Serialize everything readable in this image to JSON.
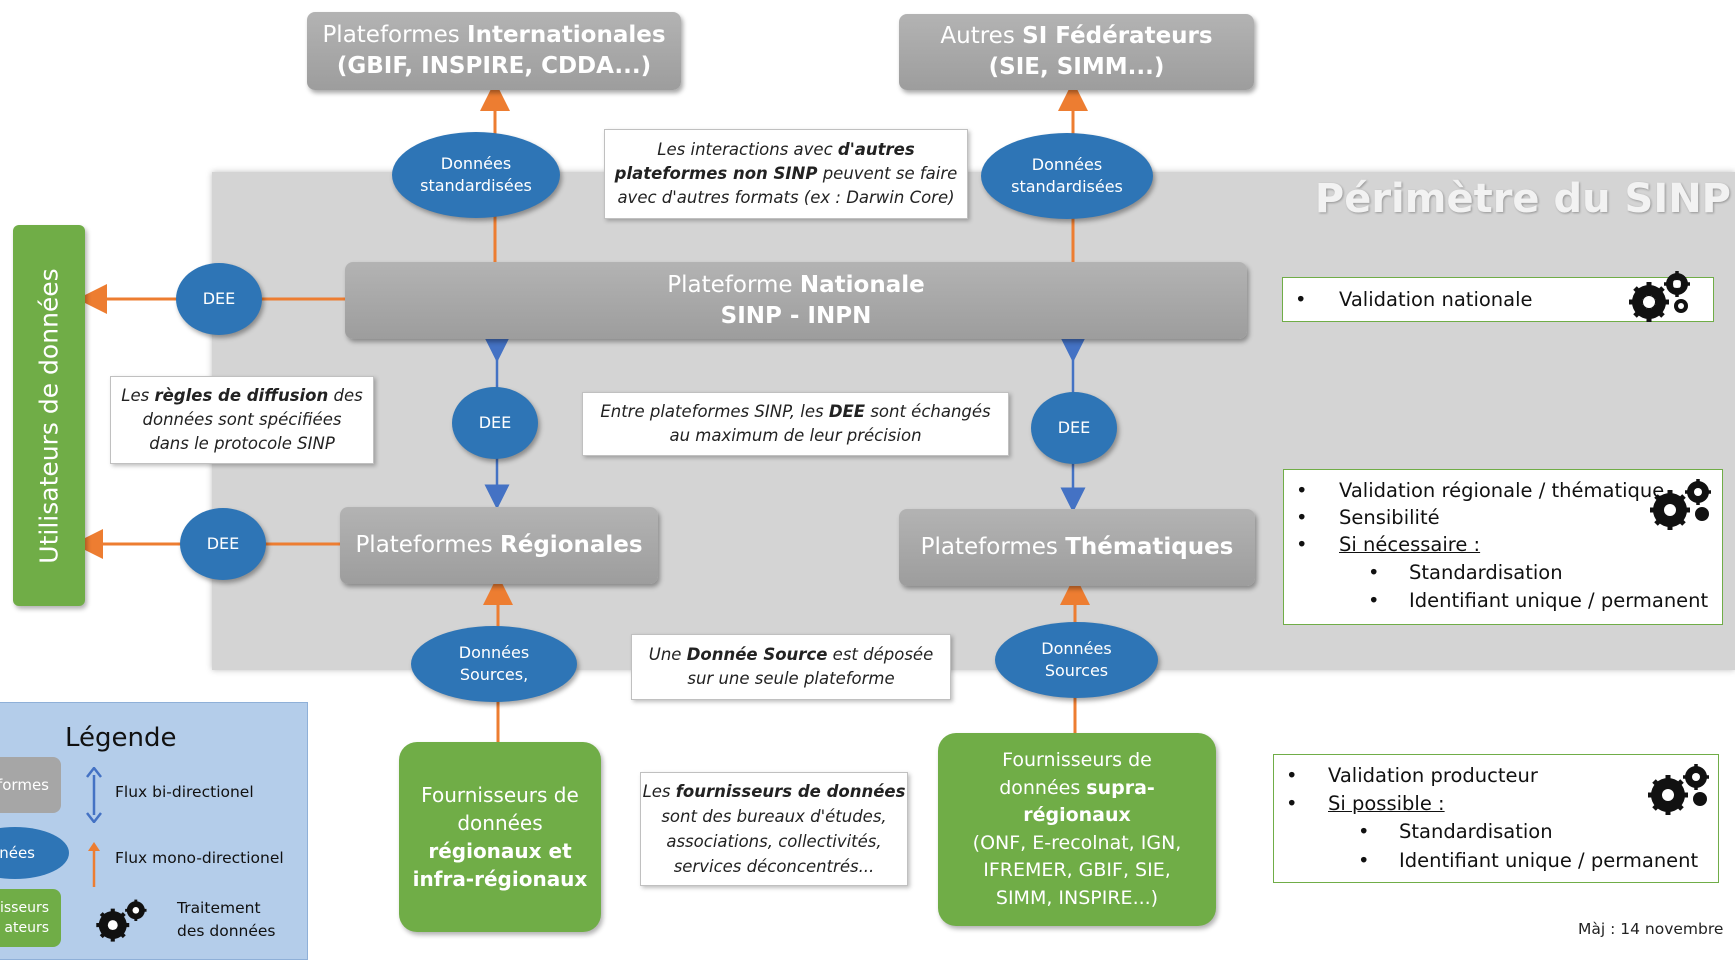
{
  "perimeter_title": "Périmètre du SINP",
  "top_platforms": {
    "international": {
      "l1": "Plateformes",
      "l1b": "Internationales",
      "l2": "(GBIF, INSPIRE, CDDA...)"
    },
    "other": {
      "l1": "Autres",
      "l1b": "SI Fédérateurs",
      "l2": "(SIE, SIMM...)"
    }
  },
  "national": {
    "l1": "Plateforme",
    "l1b": "Nationale",
    "l2": "SINP - INPN"
  },
  "regional": {
    "l1": "Plateformes",
    "l1b": "Régionales"
  },
  "thematic": {
    "l1": "Plateformes",
    "l1b": "Thématiques"
  },
  "users_label": "Utilisateurs de données",
  "ovals": {
    "std_left": {
      "l1": "Données",
      "l2": "standardisées"
    },
    "std_right": {
      "l1": "Données",
      "l2": "standardisées"
    },
    "dee_top_left": "DEE",
    "dee_bottom_left": "DEE",
    "dee_mid_left": "DEE",
    "dee_mid_right": "DEE",
    "src_left": {
      "l1": "Données",
      "l2": "Sources,"
    },
    "src_right": {
      "l1": "Données",
      "l2": "Sources"
    }
  },
  "notes": {
    "interactions": {
      "a": "Les interactions avec ",
      "b": "d'autres",
      "c": "plateformes non SINP",
      "d": " peuvent se faire",
      "e": "avec d'autres formats (ex : Darwin Core)"
    },
    "diffusion": {
      "a": "Les ",
      "b": "règles de diffusion",
      "c": " des",
      "d": "données sont spécifiées",
      "e": "dans le protocole SINP"
    },
    "exchange": {
      "a": "Entre plateformes SINP, les ",
      "b": "DEE",
      "c": " sont échangés",
      "d": "au maximum de leur précision"
    },
    "source": {
      "a": "Une ",
      "b": "Donnée Source",
      "c": " est déposée",
      "d": "sur une seule plateforme"
    },
    "providers": {
      "a": "Les ",
      "b": "fournisseurs de données",
      "c": "sont des bureaux d'études,",
      "d": "associations,  collectivités,",
      "e": "services déconcentrés..."
    }
  },
  "providers_regional": {
    "l1": "Fournisseurs de",
    "l2": "données",
    "l3": "régionaux et",
    "l4": "infra-régionaux"
  },
  "providers_supra": {
    "l1": "Fournisseurs de",
    "l2a": "données ",
    "l2b": "supra-",
    "l3": "régionaux",
    "l4": "(ONF, E-recolnat, IGN,",
    "l5": "IFREMER, GBIF, SIE,",
    "l6": "SIMM, INSPIRE...)"
  },
  "validation_national": {
    "items": [
      "Validation nationale"
    ]
  },
  "validation_regional": {
    "items": [
      "Validation régionale / thématique",
      "Sensibilité",
      "Si nécessaire :"
    ],
    "subitems": [
      "Standardisation",
      "Identifiant unique / permanent"
    ]
  },
  "validation_producer": {
    "items": [
      "Validation producteur",
      "Si possible :"
    ],
    "subitems": [
      "Standardisation",
      "Identifiant unique / permanent"
    ]
  },
  "legend": {
    "title": "Légende",
    "box_label": "formes",
    "oval_label": "nnées",
    "green_label1": "isseurs",
    "green_label2": "ateurs",
    "bi": "Flux bi-directionel",
    "mono": "Flux mono-directionel",
    "treat1": "Traitement",
    "treat2": "des données"
  },
  "footer": "Màj : 14 novembre",
  "colors": {
    "orange": "#ed7d31",
    "blue": "#4472c4",
    "green": "#70ad47",
    "oval": "#2e75b6",
    "grey": "#a6a6a6"
  }
}
